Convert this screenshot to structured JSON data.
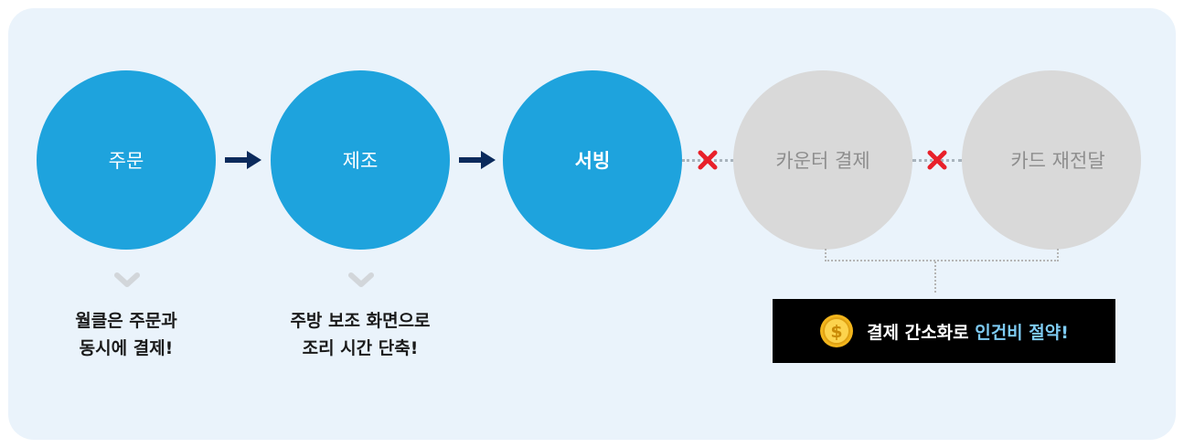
{
  "steps": [
    {
      "label": "주문",
      "state": "active"
    },
    {
      "label": "제조",
      "state": "active"
    },
    {
      "label": "서빙",
      "state": "active"
    },
    {
      "label": "카운터 결제",
      "state": "removed"
    },
    {
      "label": "카드 재전달",
      "state": "removed"
    }
  ],
  "notes": [
    {
      "line1": "월클은 주문과",
      "line2": "동시에 결제!"
    },
    {
      "line1": "주방 보조 화면으로",
      "line2": "조리 시간 단축!"
    }
  ],
  "savings": {
    "prefix": "결제 간소화로 ",
    "highlight": "인건비 절약!"
  },
  "icons": {
    "arrow": "right-arrow-icon",
    "x": "x-mark-icon",
    "chevron": "chevron-down-icon",
    "coin": "dollar-coin-icon"
  },
  "colors": {
    "active_circle": "#1ea3dd",
    "inactive_circle": "#d9d9d9",
    "arrow": "#0b2a5c",
    "x_mark": "#e8202a",
    "highlight": "#7ecbf3"
  }
}
